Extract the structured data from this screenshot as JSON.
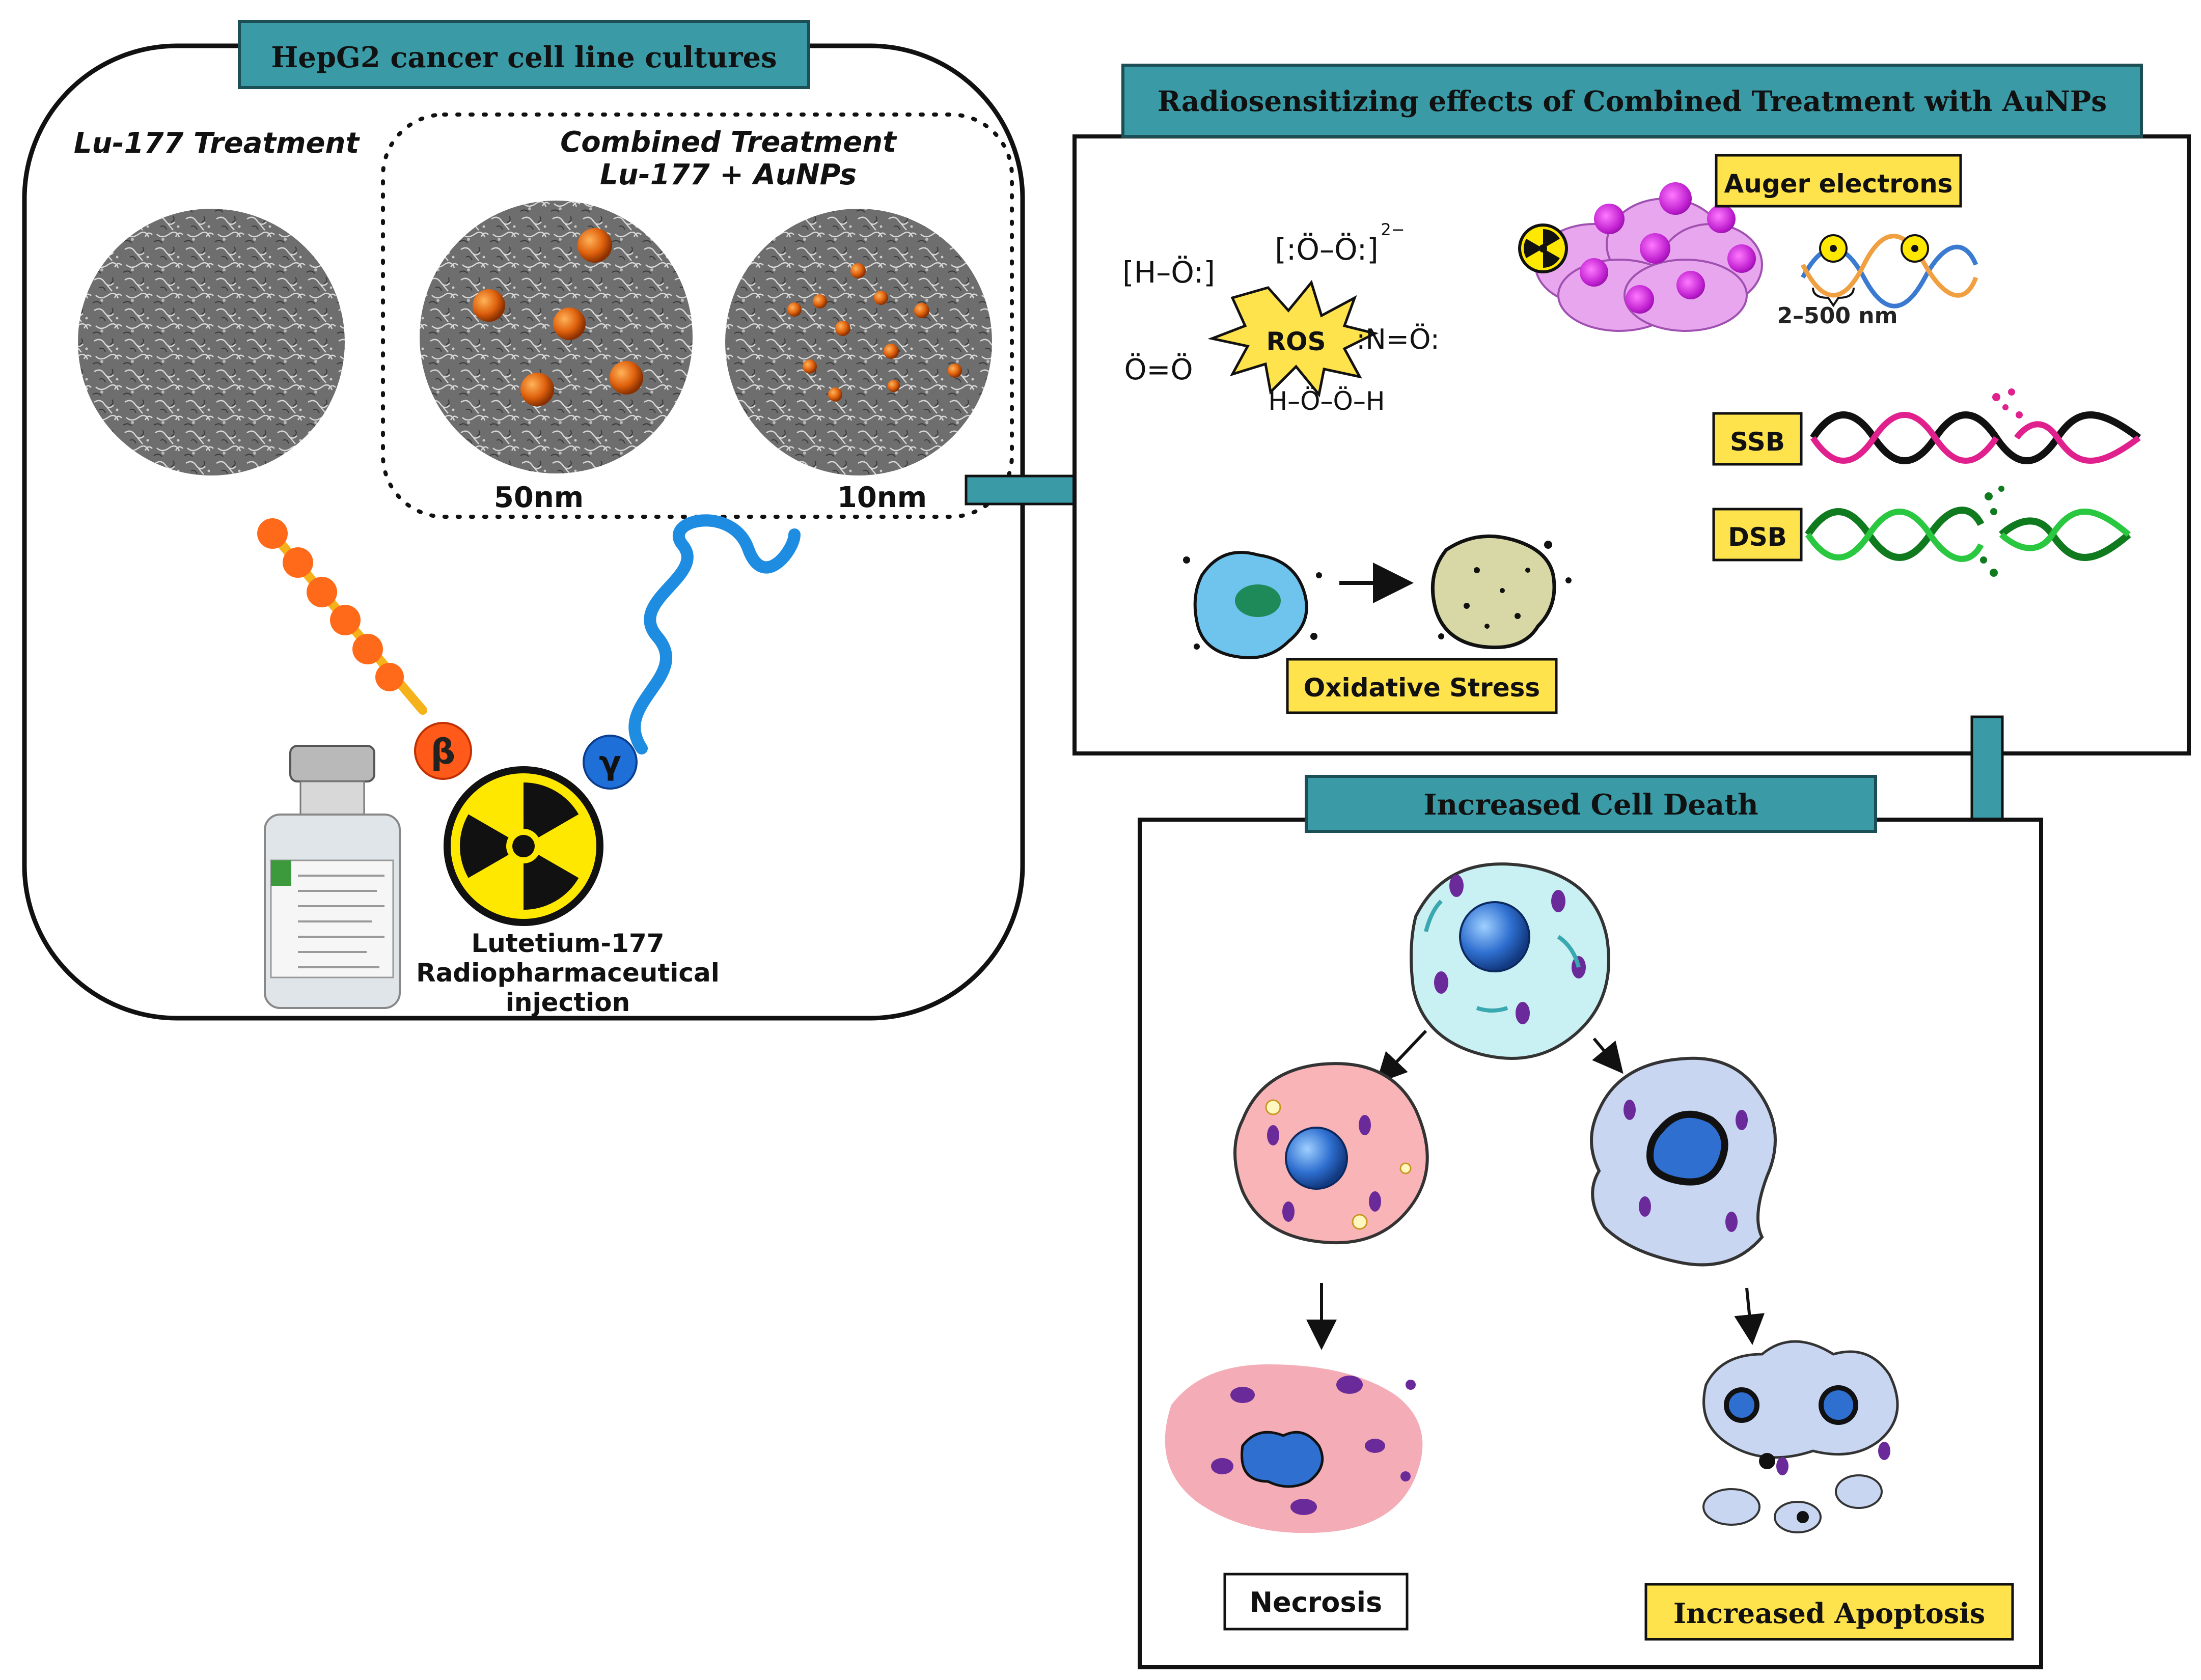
{
  "panel1": {
    "title": "HepG2 cancer cell line cultures",
    "lu_treatment": "Lu-177 Treatment",
    "combined_line1": "Combined Treatment",
    "combined_line2": "Lu-177 + AuNPs",
    "size_50": "50nm",
    "size_10": "10nm",
    "beta": "β",
    "gamma": "γ",
    "drug_line1": "Lutetium-177",
    "drug_line2": "Radiopharmaceutical",
    "drug_line3": "injection"
  },
  "panel2": {
    "title": "Radiosensitizing effects of Combined Treatment with AuNPs",
    "ros": "ROS",
    "hydroxyl": "[H–Ö:]",
    "peroxide": "[:Ö–Ö:]",
    "peroxide_charge": "2−",
    "oxygen": "Ö=Ö",
    "nitric": ":N=Ö:",
    "h2o2": "H–Ö–Ö–H",
    "auger": "Auger electrons",
    "range": "2–500 nm",
    "ssb": "SSB",
    "dsb": "DSB",
    "oxidative": "Oxidative Stress"
  },
  "panel3": {
    "title": "Increased Cell Death",
    "necrosis": "Necrosis",
    "apoptosis": "Increased Apoptosis"
  },
  "colors": {
    "teal": "#3a9aa6",
    "yellow_label": "#ffe34d",
    "gold": "#e06a10",
    "radiation_yellow": "#ffe800"
  }
}
